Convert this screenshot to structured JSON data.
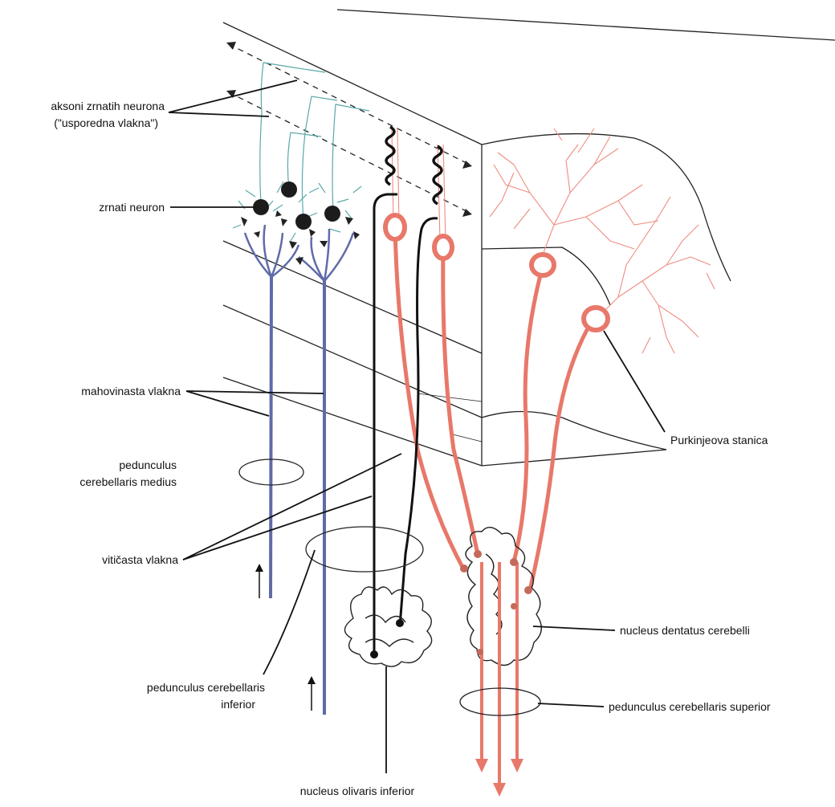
{
  "labels": {
    "granule_axons_1": "aksoni zrnatih neurona",
    "granule_axons_2": "(\"usporedna vlakna\")",
    "granule_neuron": "zrnati neuron",
    "mossy_fibers": "mahovinasta vlakna",
    "ped_medius_1": "pedunculus",
    "ped_medius_2": "cerebellaris medius",
    "climbing_fibers": "vitičasta vlakna",
    "ped_inferior_1": "pedunculus cerebellaris",
    "ped_inferior_2": "inferior",
    "olivary": "nucleus olivaris inferior",
    "purkinje": "Purkinjeova stanica",
    "dentate": "nucleus dentatus cerebelli",
    "ped_superior": "pedunculus cerebellaris superior"
  },
  "colors": {
    "mossy": "#5f6ba8",
    "parallel": "#5aa9a8",
    "purkinje": "#e8786a",
    "climbing": "#111111",
    "granule_body": "#1c1c1c"
  }
}
